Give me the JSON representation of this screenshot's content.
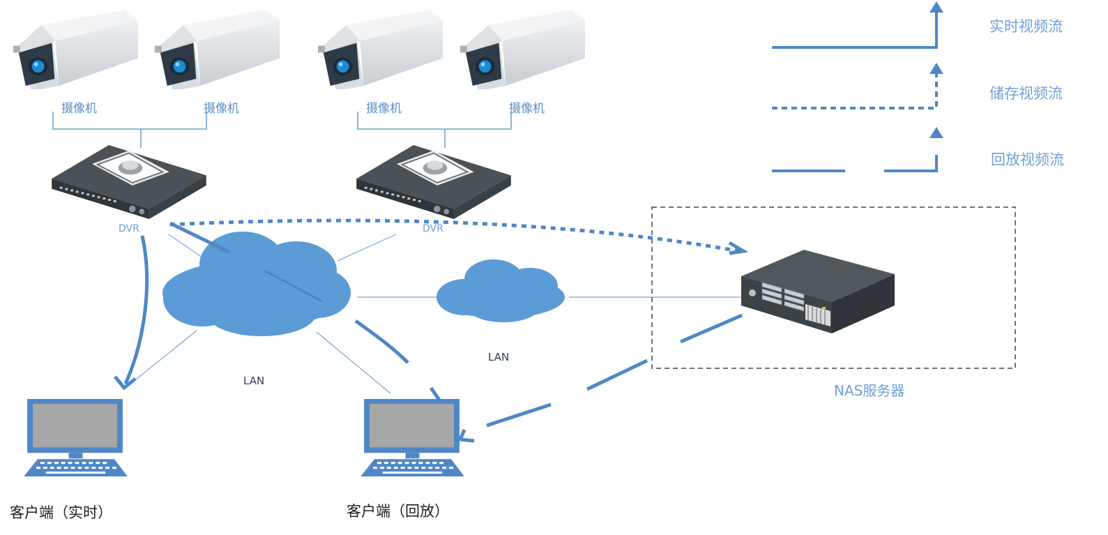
{
  "cameras": [
    {
      "label": "摄像机"
    },
    {
      "label": "摄像机"
    },
    {
      "label": "摄像机"
    },
    {
      "label": "摄像机"
    }
  ],
  "dvrs": [
    {
      "label": "DVR"
    },
    {
      "label": "DVR"
    }
  ],
  "lans": [
    {
      "label": "LAN"
    },
    {
      "label": "LAN"
    }
  ],
  "nas": {
    "label": "NAS服务器"
  },
  "clients": [
    {
      "label": "客户端（实时）"
    },
    {
      "label": "客户端（回放）"
    }
  ],
  "legend": {
    "realtime": "实时视频流",
    "storage": "储存视频流",
    "playback": "回放视频流"
  },
  "colors": {
    "flow_blue": "#4f87c6",
    "cloud_blue": "#5b9bd6",
    "label_blue": "#6fa0d6",
    "device_dark": "#3c4348",
    "screen_grey": "#a7a7a7"
  }
}
